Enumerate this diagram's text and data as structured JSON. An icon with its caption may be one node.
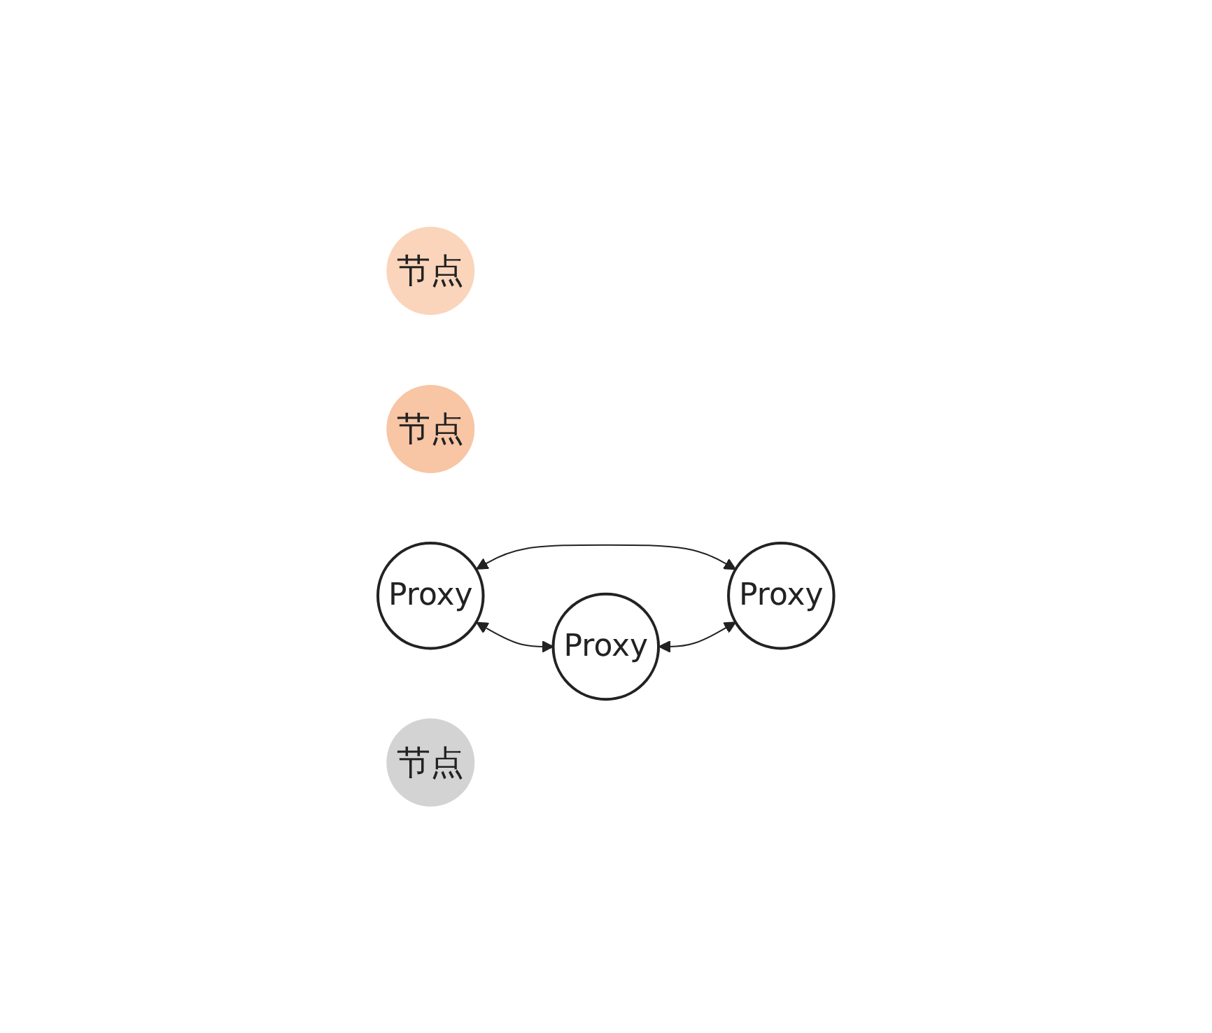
{
  "diagram": {
    "nodes": [
      {
        "text": [
          "节点"
        ]
      },
      {
        "text": [
          "Proxy"
        ]
      },
      {
        "text": [
          "节点"
        ]
      },
      {
        "text": [
          "Proxy"
        ]
      },
      {
        "text": [
          "Proxy"
        ]
      },
      {
        "text": [
          "节点"
        ]
      }
    ],
    "edges": [
      {
        "from": 3,
        "to": 1,
        "arrow": "both"
      },
      {
        "from": 3,
        "to": 4,
        "arrow": "both"
      },
      {
        "from": 1,
        "to": 4,
        "arrow": "both"
      }
    ]
  }
}
